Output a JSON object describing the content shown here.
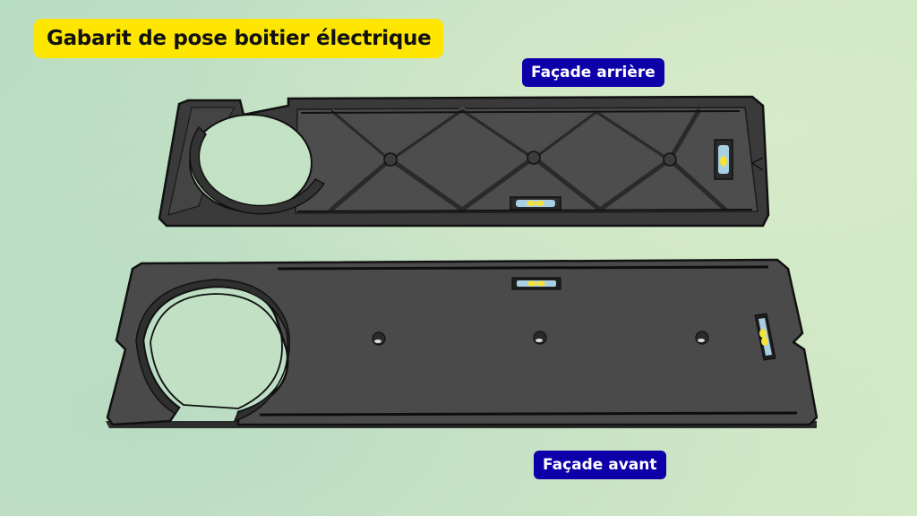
{
  "title": "Gabarit de pose boitier électrique",
  "labels": {
    "rear": "Façade arrière",
    "front": "Façade avant"
  },
  "colors": {
    "title_bg": "#ffe600",
    "label_bg": "#0d00a8",
    "part_body": "#4a4a4a",
    "part_edge": "#1a1a1a",
    "level_bubble": "#f2e23a",
    "level_tube": "#a9cfe3"
  },
  "parts": {
    "rear": {
      "name": "Façade arrière",
      "mounting_bosses": 3,
      "spirit_levels": 2,
      "pipe_cutout": "circular"
    },
    "front": {
      "name": "Façade avant",
      "screw_holes": 3,
      "spirit_levels": 2,
      "pipe_cutout": "circular"
    }
  }
}
